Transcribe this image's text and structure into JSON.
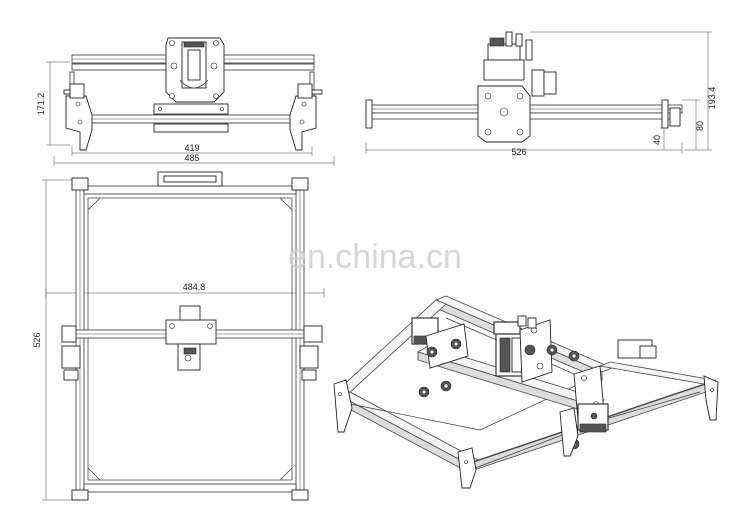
{
  "watermark": "en.china.cn",
  "dimensions": {
    "top_front_height": "171.2",
    "top_front_inner_width": "419",
    "top_front_outer_width": "485",
    "side_length": "526",
    "side_height": "193.4",
    "side_small_1": "40",
    "side_small_2": "80",
    "plan_width": "484.8",
    "plan_height": "526"
  }
}
